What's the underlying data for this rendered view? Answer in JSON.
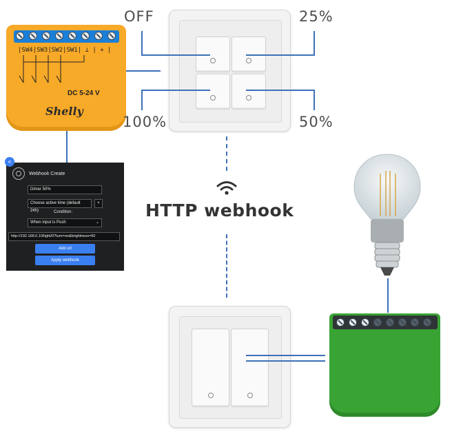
{
  "labels": {
    "off": "OFF",
    "p25": "25%",
    "p100": "100%",
    "p50": "50%"
  },
  "headline": "HTTP webhook",
  "orange_module": {
    "terminals": "|SW4|SW3|SW2|SW1|  ⊥  | + |",
    "voltage": "DC 5-24 V",
    "brand": "Shelly"
  },
  "webhook_panel": {
    "back": "<",
    "title": "Webhook Create",
    "name_value": "Dimer 50%",
    "time_value": "Choose active time (default 24h)",
    "close": "×",
    "condition_label": "Condition:",
    "condition_value": "When input is Push",
    "url_value": "http://192.168.0.10/light/0?turn=on&brightness=50",
    "add_url": "Add url",
    "apply": "Apply webhook"
  },
  "icons": {
    "wifi": "wifi-icon",
    "bulb": "light-bulb-icon",
    "webhook": "webhook-icon"
  },
  "colors": {
    "connector_blue": "#3d6fb8",
    "orange": "#f7a928",
    "green": "#39a334",
    "apply_button": "#3a7ff0"
  }
}
